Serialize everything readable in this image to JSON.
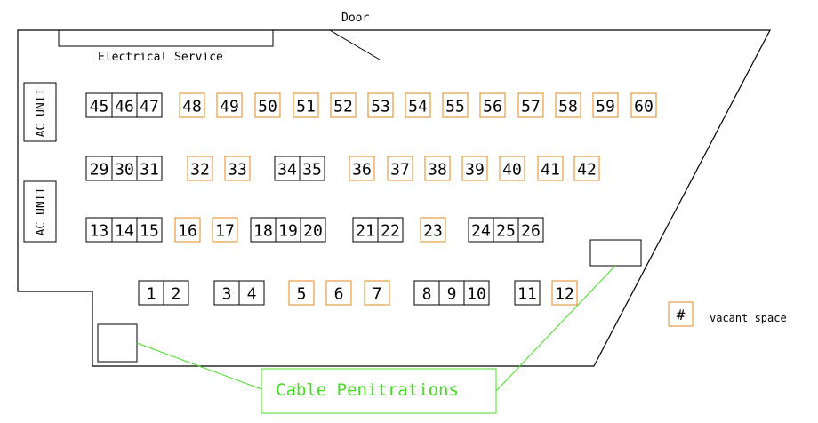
{
  "labels": {
    "door": "Door",
    "electrical": "Electrical Service",
    "ac1": "AC UNIT",
    "ac2": "AC UNIT",
    "cable": "Cable Penitrations",
    "legend_symbol": "#",
    "legend_text": "vacant space"
  },
  "colors": {
    "occupied": "#000000",
    "vacant": "#e08a1e",
    "cable": "#44dd22",
    "wall": "#000000"
  },
  "racks": [
    {
      "id": "45",
      "vacant": false
    },
    {
      "id": "46",
      "vacant": false
    },
    {
      "id": "47",
      "vacant": false
    },
    {
      "id": "48",
      "vacant": true
    },
    {
      "id": "49",
      "vacant": true
    },
    {
      "id": "50",
      "vacant": true
    },
    {
      "id": "51",
      "vacant": true
    },
    {
      "id": "52",
      "vacant": true
    },
    {
      "id": "53",
      "vacant": true
    },
    {
      "id": "54",
      "vacant": true
    },
    {
      "id": "55",
      "vacant": true
    },
    {
      "id": "56",
      "vacant": true
    },
    {
      "id": "57",
      "vacant": true
    },
    {
      "id": "58",
      "vacant": true
    },
    {
      "id": "59",
      "vacant": true
    },
    {
      "id": "60",
      "vacant": true
    },
    {
      "id": "29",
      "vacant": false
    },
    {
      "id": "30",
      "vacant": false
    },
    {
      "id": "31",
      "vacant": false
    },
    {
      "id": "32",
      "vacant": true
    },
    {
      "id": "33",
      "vacant": true
    },
    {
      "id": "34",
      "vacant": false
    },
    {
      "id": "35",
      "vacant": false
    },
    {
      "id": "36",
      "vacant": true
    },
    {
      "id": "37",
      "vacant": true
    },
    {
      "id": "38",
      "vacant": true
    },
    {
      "id": "39",
      "vacant": true
    },
    {
      "id": "40",
      "vacant": true
    },
    {
      "id": "41",
      "vacant": true
    },
    {
      "id": "42",
      "vacant": true
    },
    {
      "id": "13",
      "vacant": false
    },
    {
      "id": "14",
      "vacant": false
    },
    {
      "id": "15",
      "vacant": false
    },
    {
      "id": "16",
      "vacant": true
    },
    {
      "id": "17",
      "vacant": true
    },
    {
      "id": "18",
      "vacant": false
    },
    {
      "id": "19",
      "vacant": false
    },
    {
      "id": "20",
      "vacant": false
    },
    {
      "id": "21",
      "vacant": false
    },
    {
      "id": "22",
      "vacant": false
    },
    {
      "id": "23",
      "vacant": true
    },
    {
      "id": "24",
      "vacant": false
    },
    {
      "id": "25",
      "vacant": false
    },
    {
      "id": "26",
      "vacant": false
    },
    {
      "id": "1",
      "vacant": false
    },
    {
      "id": "2",
      "vacant": false
    },
    {
      "id": "3",
      "vacant": false
    },
    {
      "id": "4",
      "vacant": false
    },
    {
      "id": "5",
      "vacant": true
    },
    {
      "id": "6",
      "vacant": true
    },
    {
      "id": "7",
      "vacant": true
    },
    {
      "id": "8",
      "vacant": false
    },
    {
      "id": "9",
      "vacant": false
    },
    {
      "id": "10",
      "vacant": false
    },
    {
      "id": "11",
      "vacant": false
    },
    {
      "id": "12",
      "vacant": true
    }
  ]
}
